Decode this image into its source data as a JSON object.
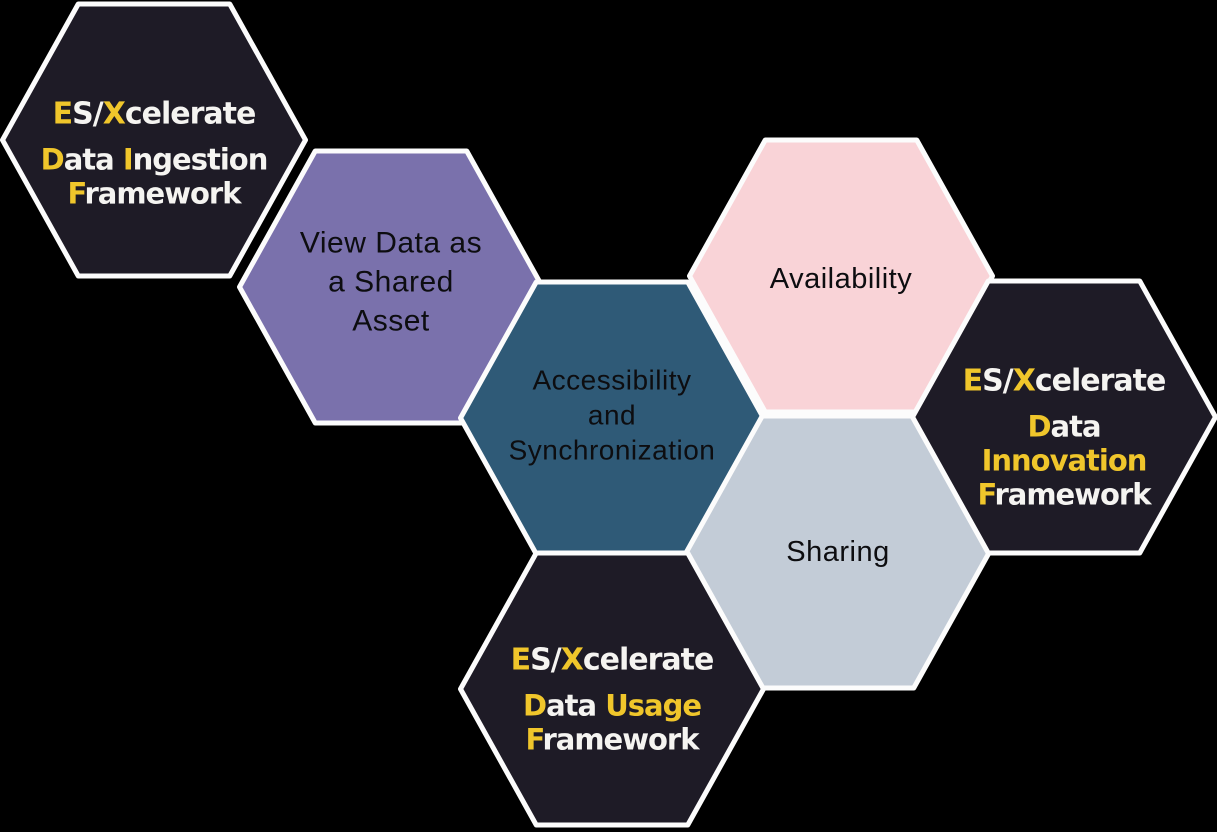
{
  "palette": {
    "background": "#000000",
    "border": "#fcfcfc",
    "dark": "#1e1b26",
    "purple": "#7a71ac",
    "teal": "#2f5a77",
    "pink": "#f9d3d7",
    "gray": "#c3ccd7",
    "yellow": "#f0c62b",
    "white": "#f5f4f1",
    "dark_text": "#0d0d10"
  },
  "hexagons": [
    {
      "name": "esx-data-ingestion-framework",
      "fill": "#1e1b26",
      "title_segments": [
        {
          "t": "E",
          "c": "yellow"
        },
        {
          "t": "S/",
          "c": "white"
        },
        {
          "t": "X",
          "c": "yellow"
        },
        {
          "t": "celerate",
          "c": "white"
        }
      ],
      "body_lines": [
        [
          {
            "t": "D",
            "c": "yellow"
          },
          {
            "t": "ata ",
            "c": "white"
          },
          {
            "t": "I",
            "c": "yellow"
          },
          {
            "t": "ngestion",
            "c": "white"
          }
        ],
        [
          {
            "t": "F",
            "c": "yellow"
          },
          {
            "t": "ramework",
            "c": "white"
          }
        ]
      ]
    },
    {
      "name": "view-data-as-a-shared-asset",
      "fill": "#7a71ac",
      "label": "View Data as\na Shared\nAsset"
    },
    {
      "name": "accessibility-and-synchronization",
      "fill": "#2f5a77",
      "label": "Accessibility\nand\nSynchronization"
    },
    {
      "name": "availability",
      "fill": "#f9d3d7",
      "label": "Availability"
    },
    {
      "name": "sharing",
      "fill": "#c3ccd7",
      "label": "Sharing"
    },
    {
      "name": "esx-data-innovation-framework",
      "fill": "#1e1b26",
      "title_segments": [
        {
          "t": "E",
          "c": "yellow"
        },
        {
          "t": "S/",
          "c": "white"
        },
        {
          "t": "X",
          "c": "yellow"
        },
        {
          "t": "celerate",
          "c": "white"
        }
      ],
      "body_lines": [
        [
          {
            "t": "D",
            "c": "yellow"
          },
          {
            "t": "ata",
            "c": "white"
          }
        ],
        [
          {
            "t": "Innovation",
            "c": "yellow"
          }
        ],
        [
          {
            "t": "F",
            "c": "yellow"
          },
          {
            "t": "ramework",
            "c": "white"
          }
        ]
      ]
    },
    {
      "name": "esx-data-usage-framework",
      "fill": "#1e1b26",
      "title_segments": [
        {
          "t": "E",
          "c": "yellow"
        },
        {
          "t": "S/",
          "c": "white"
        },
        {
          "t": "X",
          "c": "yellow"
        },
        {
          "t": "celerate",
          "c": "white"
        }
      ],
      "body_lines": [
        [
          {
            "t": "D",
            "c": "yellow"
          },
          {
            "t": "ata ",
            "c": "white"
          },
          {
            "t": "Usage",
            "c": "yellow"
          }
        ],
        [
          {
            "t": "F",
            "c": "yellow"
          },
          {
            "t": "ramework",
            "c": "white"
          }
        ]
      ]
    }
  ]
}
